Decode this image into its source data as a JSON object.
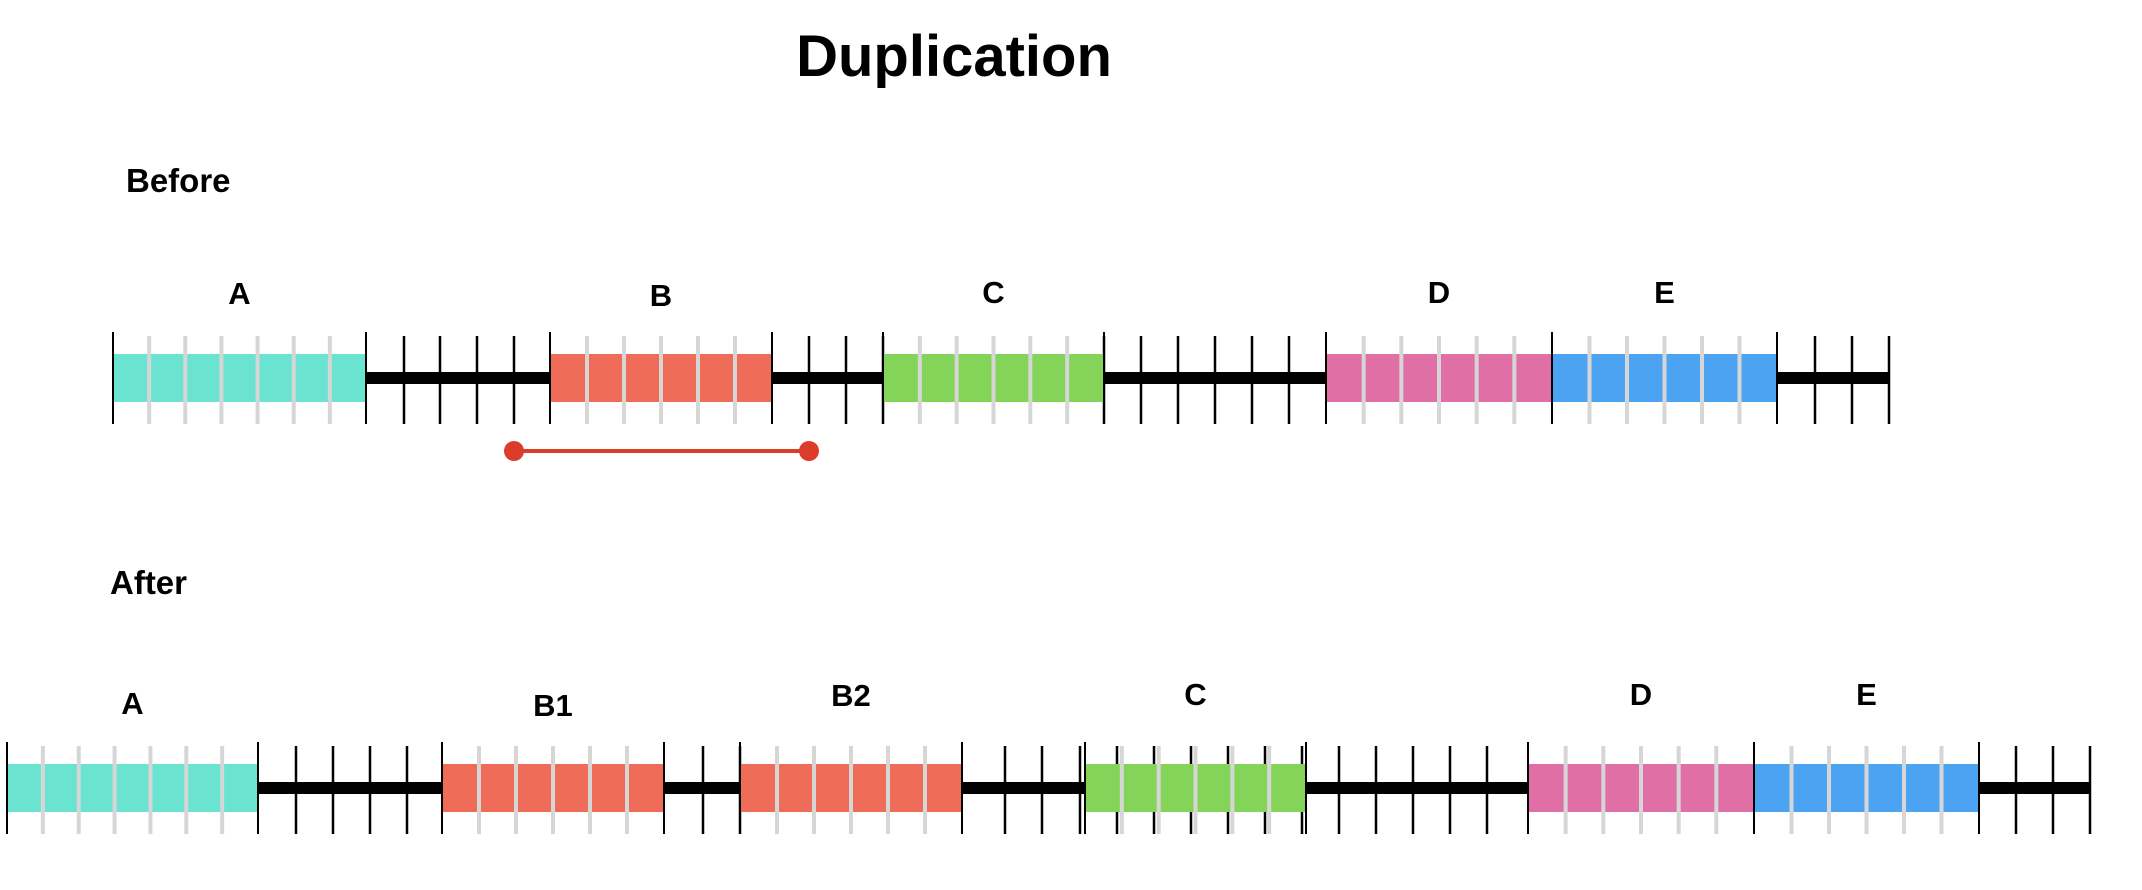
{
  "title": "Duplication",
  "colors": {
    "A": "#6ae3d0",
    "B": "#ee6c58",
    "C": "#84d45a",
    "D": "#e06fa6",
    "E": "#4ca3f2",
    "backbone": "#000000",
    "gene_tick": "#d6d6d6",
    "marker": "#dc3c2a"
  },
  "before": {
    "label": "Before",
    "genes": [
      {
        "label": "A",
        "color": "A"
      },
      {
        "label": "B",
        "color": "B"
      },
      {
        "label": "C",
        "color": "C"
      },
      {
        "label": "D",
        "color": "D"
      },
      {
        "label": "E",
        "color": "E"
      }
    ],
    "marker_icon": "duplicated-region-marker"
  },
  "after": {
    "label": "After",
    "genes": [
      {
        "label": "A",
        "color": "A"
      },
      {
        "label": "B1",
        "color": "B"
      },
      {
        "label": "B2",
        "color": "B"
      },
      {
        "label": "C",
        "color": "C"
      },
      {
        "label": "D",
        "color": "D"
      },
      {
        "label": "E",
        "color": "E"
      }
    ]
  }
}
